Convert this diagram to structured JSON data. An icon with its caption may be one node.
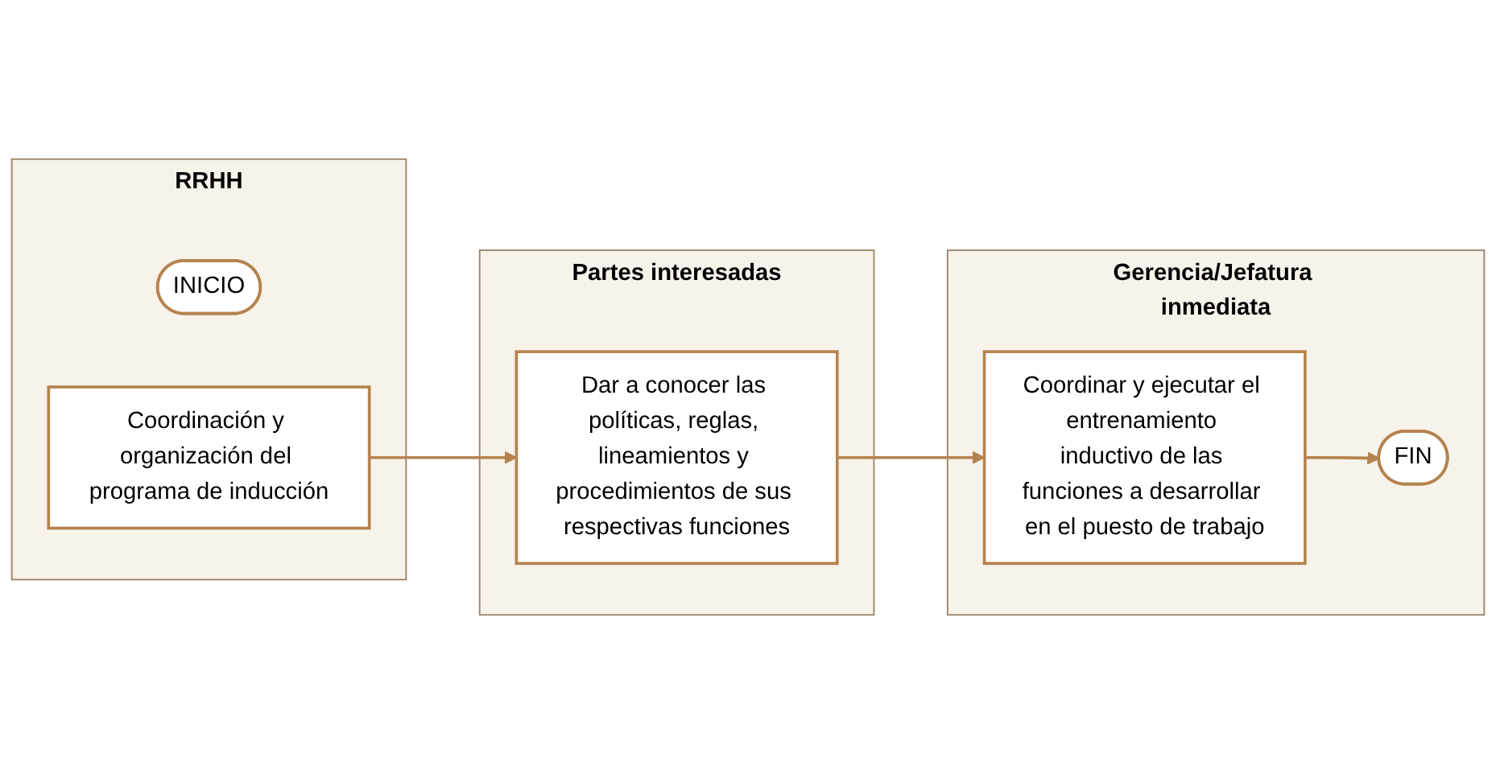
{
  "diagram": {
    "nodes": [
      {
        "text": [
          "RRHH"
        ]
      },
      {
        "text": [
          "INICIO"
        ],
        "in": 0
      },
      {
        "text": [
          "Coordinación y organización del programa de inducción"
        ],
        "in": 0
      },
      {
        "text": [
          "Partes interesadas"
        ]
      },
      {
        "text": [
          "Dar a conocer las políticas, reglas, lineamientos y procedimientos de sus respectivas funciones"
        ],
        "in": 3
      },
      {
        "text": [
          "Gerencia/Jefatura inmediata"
        ]
      },
      {
        "text": [
          "Coordinar y ejecutar el entrenamiento inductivo de las funciones a desarrollar en el puesto de trabajo"
        ],
        "in": 5
      },
      {
        "text": [
          "FIN"
        ],
        "in": 5
      }
    ],
    "edges": [
      {
        "from": 2,
        "to": 4,
        "arrow": "to"
      },
      {
        "from": 4,
        "to": 6,
        "arrow": "to"
      },
      {
        "from": 6,
        "to": 7,
        "arrow": "to"
      }
    ]
  }
}
